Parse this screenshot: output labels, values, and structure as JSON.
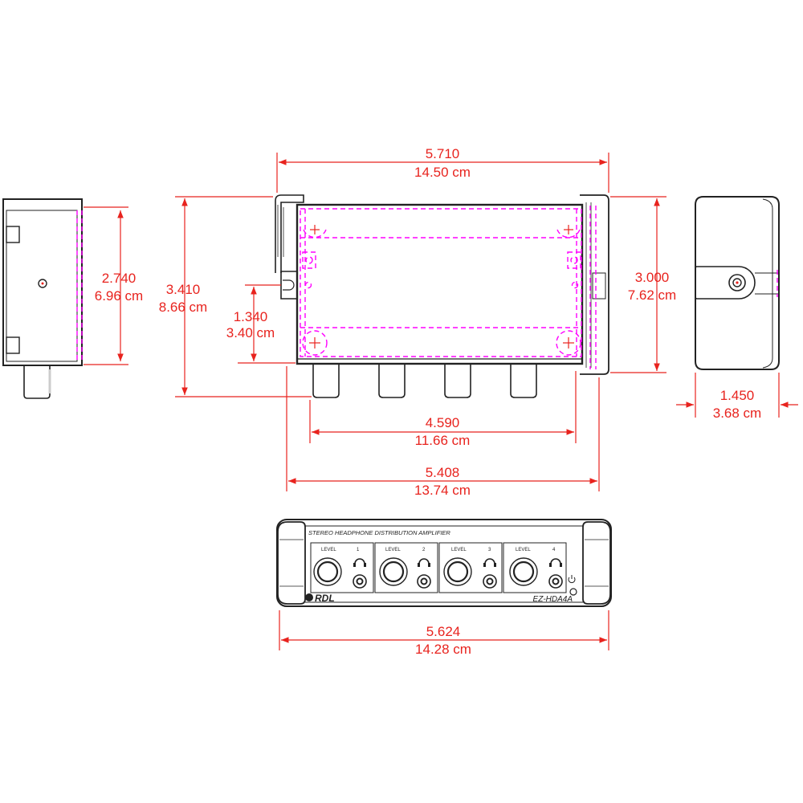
{
  "dimensions": {
    "top_width": {
      "in": "5.710",
      "cm": "14.50 cm"
    },
    "side_height": {
      "in": "2.740",
      "cm": "6.96 cm"
    },
    "top_height": {
      "in": "3.410",
      "cm": "8.66 cm"
    },
    "mount_offset": {
      "in": "1.340",
      "cm": "3.40 cm"
    },
    "inner_height": {
      "in": "3.000",
      "cm": "7.62 cm"
    },
    "end_depth": {
      "in": "1.450",
      "cm": "3.68 cm"
    },
    "jack_span": {
      "in": "4.590",
      "cm": "11.66 cm"
    },
    "body_width": {
      "in": "5.408",
      "cm": "13.74 cm"
    },
    "front_width": {
      "in": "5.624",
      "cm": "14.28 cm"
    }
  },
  "front_panel": {
    "title": "STEREO HEADPHONE DISTRIBUTION AMPLIFIER",
    "brand": "RDL",
    "model": "EZ-HDA4A",
    "channels": [
      {
        "level": "LEVEL",
        "number": "1"
      },
      {
        "level": "LEVEL",
        "number": "2"
      },
      {
        "level": "LEVEL",
        "number": "3"
      },
      {
        "level": "LEVEL",
        "number": "4"
      }
    ]
  },
  "colors": {
    "dimension": "#e8231e",
    "hidden": "#ff00ff",
    "outline": "#222222"
  }
}
